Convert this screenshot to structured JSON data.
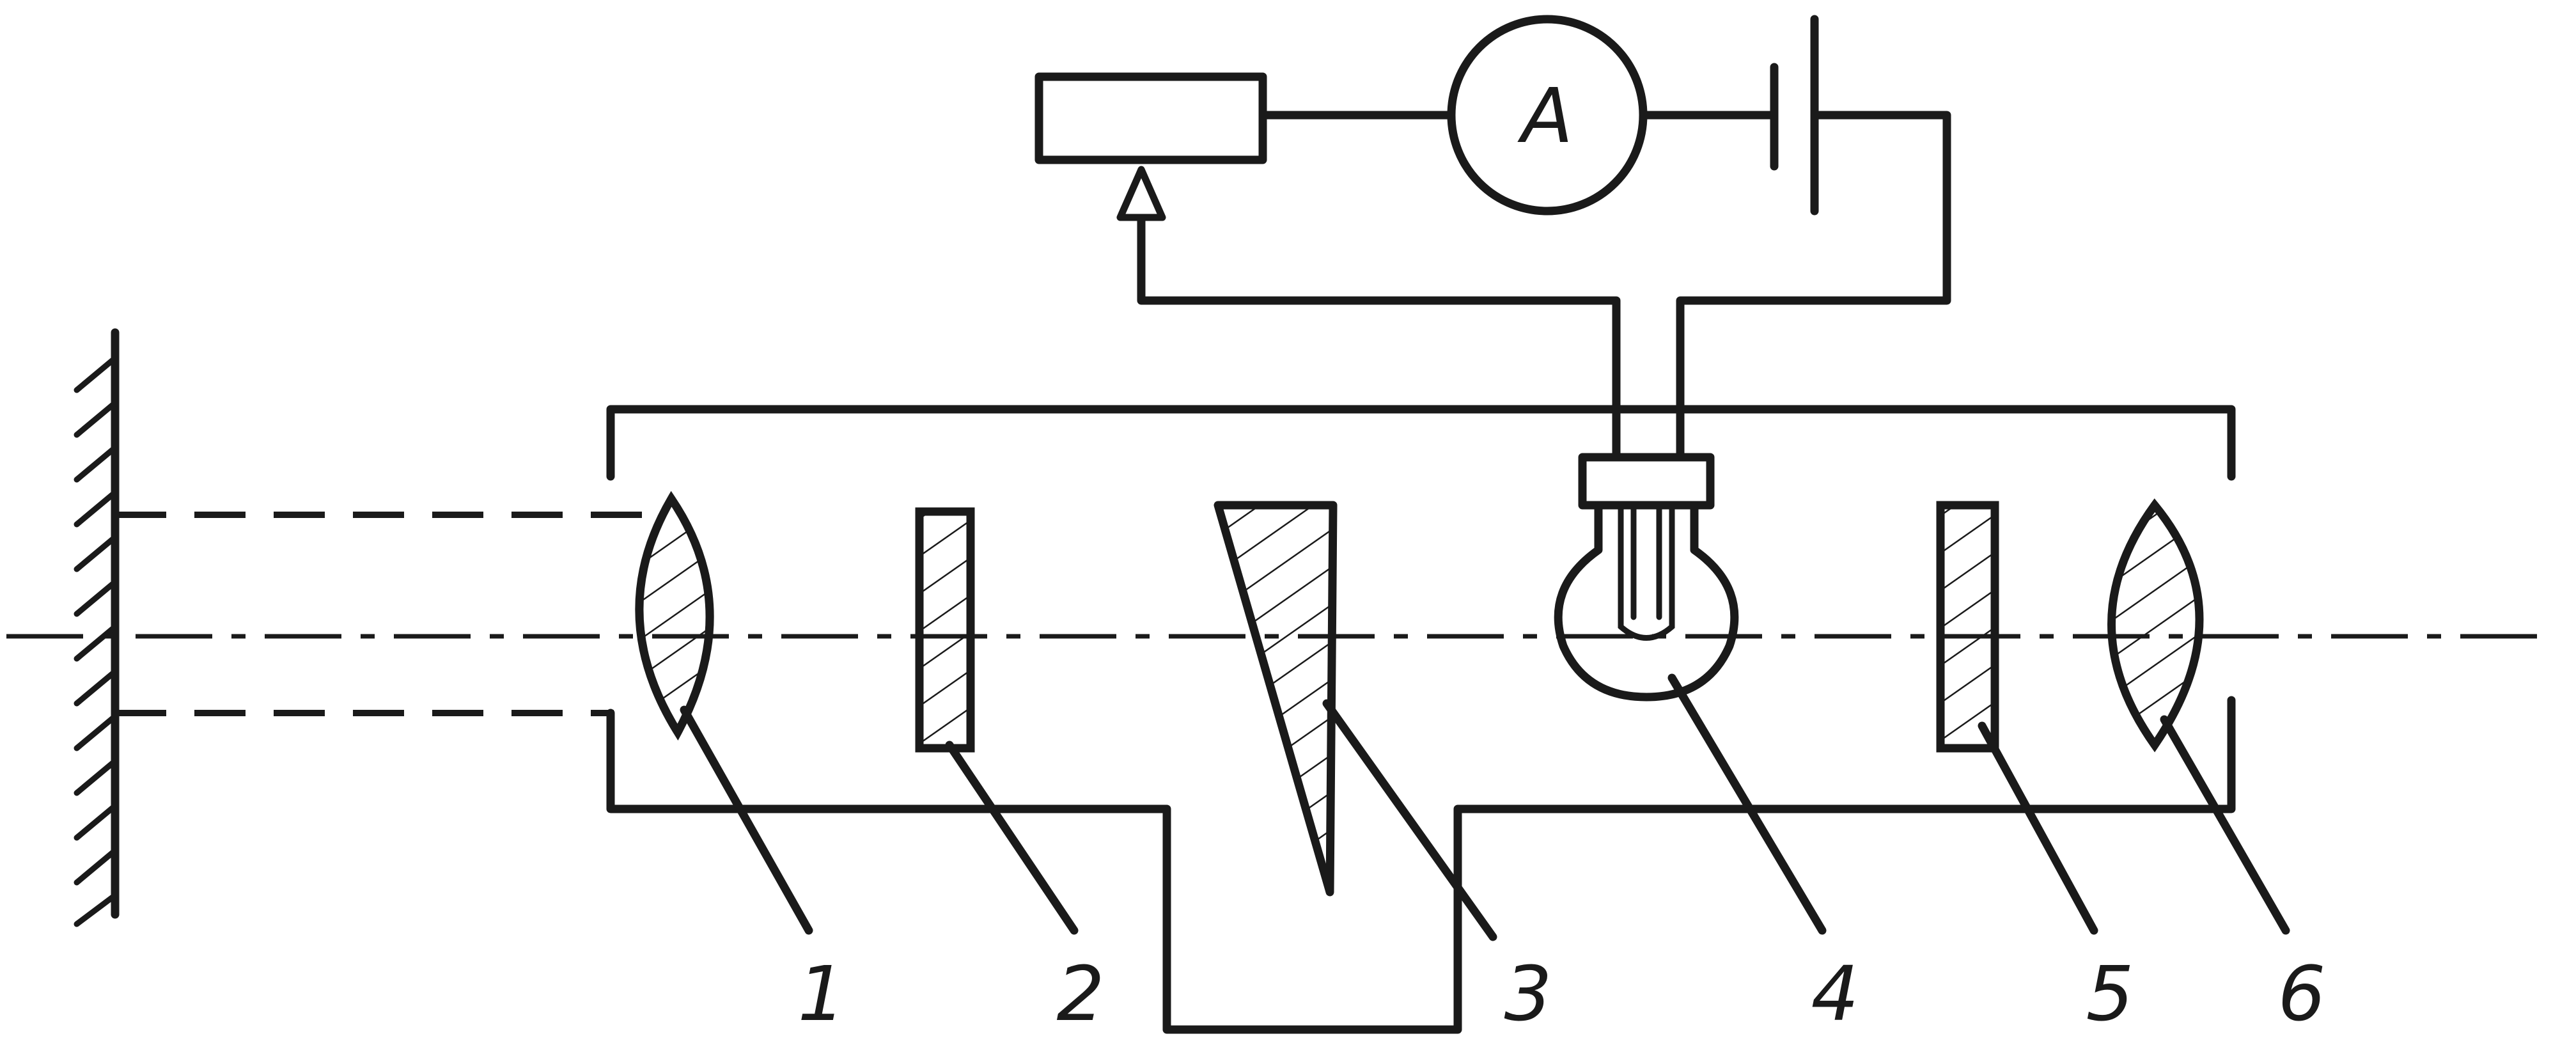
{
  "ammeter": {
    "symbol": "A"
  },
  "components": [
    {
      "number": "1"
    },
    {
      "number": "2"
    },
    {
      "number": "3"
    },
    {
      "number": "4"
    },
    {
      "number": "5"
    },
    {
      "number": "6"
    }
  ]
}
